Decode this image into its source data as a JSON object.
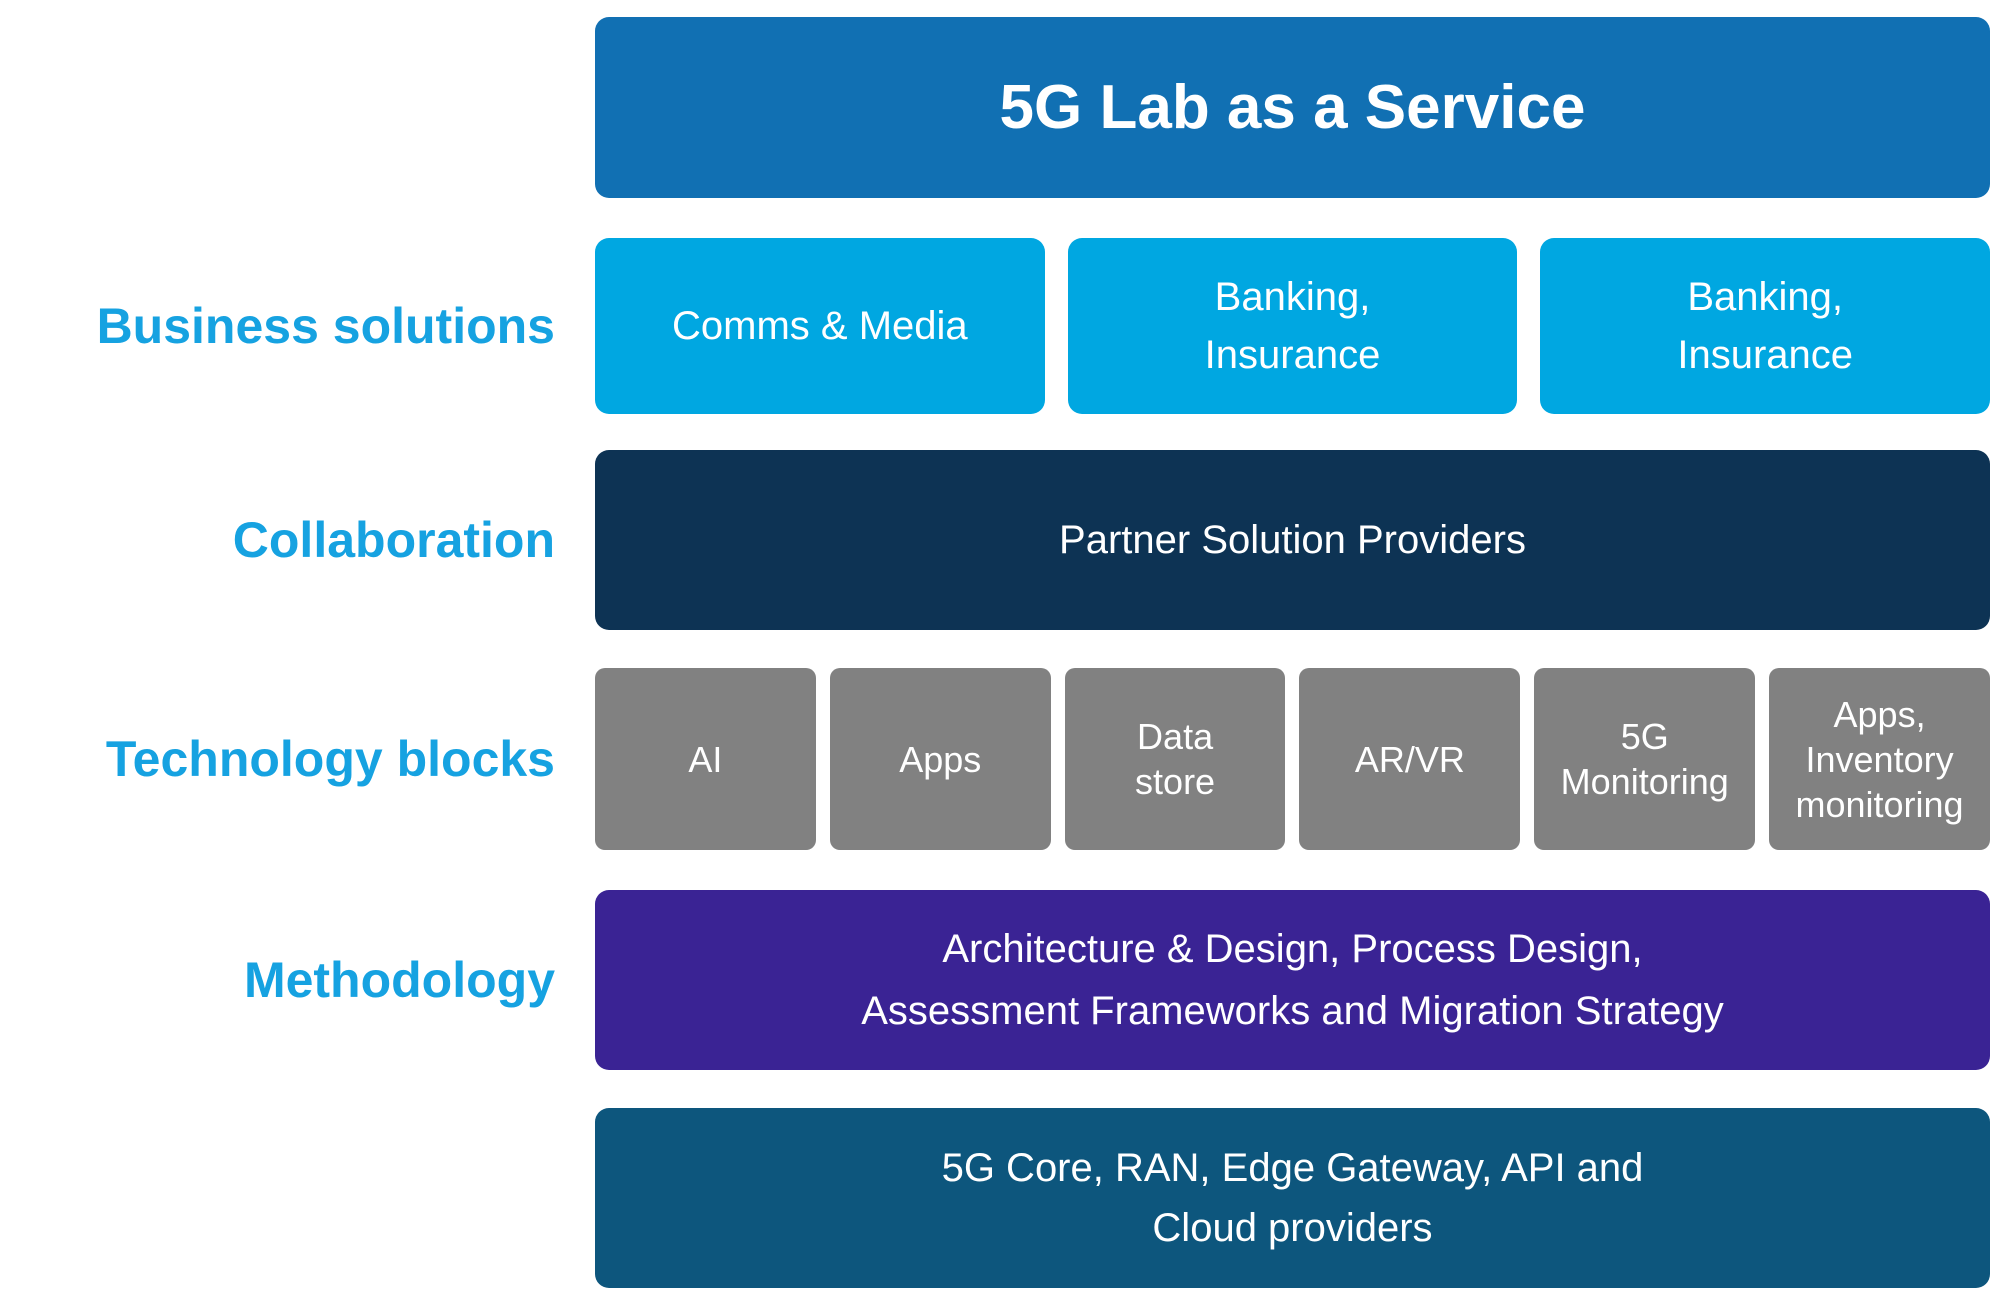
{
  "colors": {
    "titleBlue": "#1170b3",
    "skyBlue": "#00a7e1",
    "navy": "#0d3354",
    "gray": "#818181",
    "purple": "#3a2394",
    "teal": "#0d567d",
    "labelBlue": "#16a2e1",
    "boxText": "#ffffff"
  },
  "title": "5G Lab as a Service",
  "rows": {
    "business": {
      "label": "Business solutions",
      "boxes": [
        {
          "text": "Comms & Media"
        },
        {
          "text": "Banking,\nInsurance"
        },
        {
          "text": "Banking,\nInsurance"
        }
      ]
    },
    "collaboration": {
      "label": "Collaboration",
      "box": "Partner Solution Providers"
    },
    "technology": {
      "label": "Technology blocks",
      "boxes": [
        {
          "text": "AI"
        },
        {
          "text": "Apps"
        },
        {
          "text": "Data\nstore"
        },
        {
          "text": "AR/VR"
        },
        {
          "text": "5G\nMonitoring"
        },
        {
          "text": "Apps,\nInventory\nmonitoring"
        }
      ]
    },
    "methodology": {
      "label": "Methodology",
      "box": "Architecture & Design, Process Design,\nAssessment Frameworks and Migration Strategy"
    },
    "infrastructure": {
      "box": "5G Core, RAN, Edge Gateway, API and\nCloud providers"
    }
  }
}
